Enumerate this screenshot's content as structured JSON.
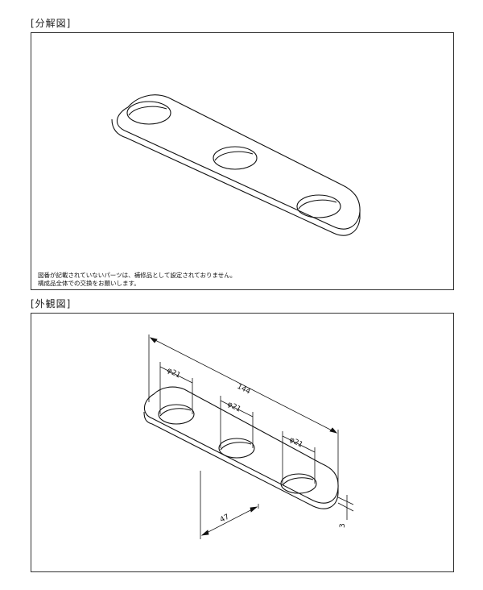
{
  "sections": {
    "exploded_title": "[分解図]",
    "exterior_title": "[外観図]"
  },
  "notes": {
    "line1": "図番が記載されていないパーツは、補修品として設定されておりません。",
    "line2": "構成品全体での交換をお願いします。"
  },
  "dimensions": {
    "length": "144",
    "hole_dia_1": "φ21",
    "hole_dia_2": "φ21",
    "hole_dia_3": "φ21",
    "offset": "47",
    "thickness": "3"
  }
}
